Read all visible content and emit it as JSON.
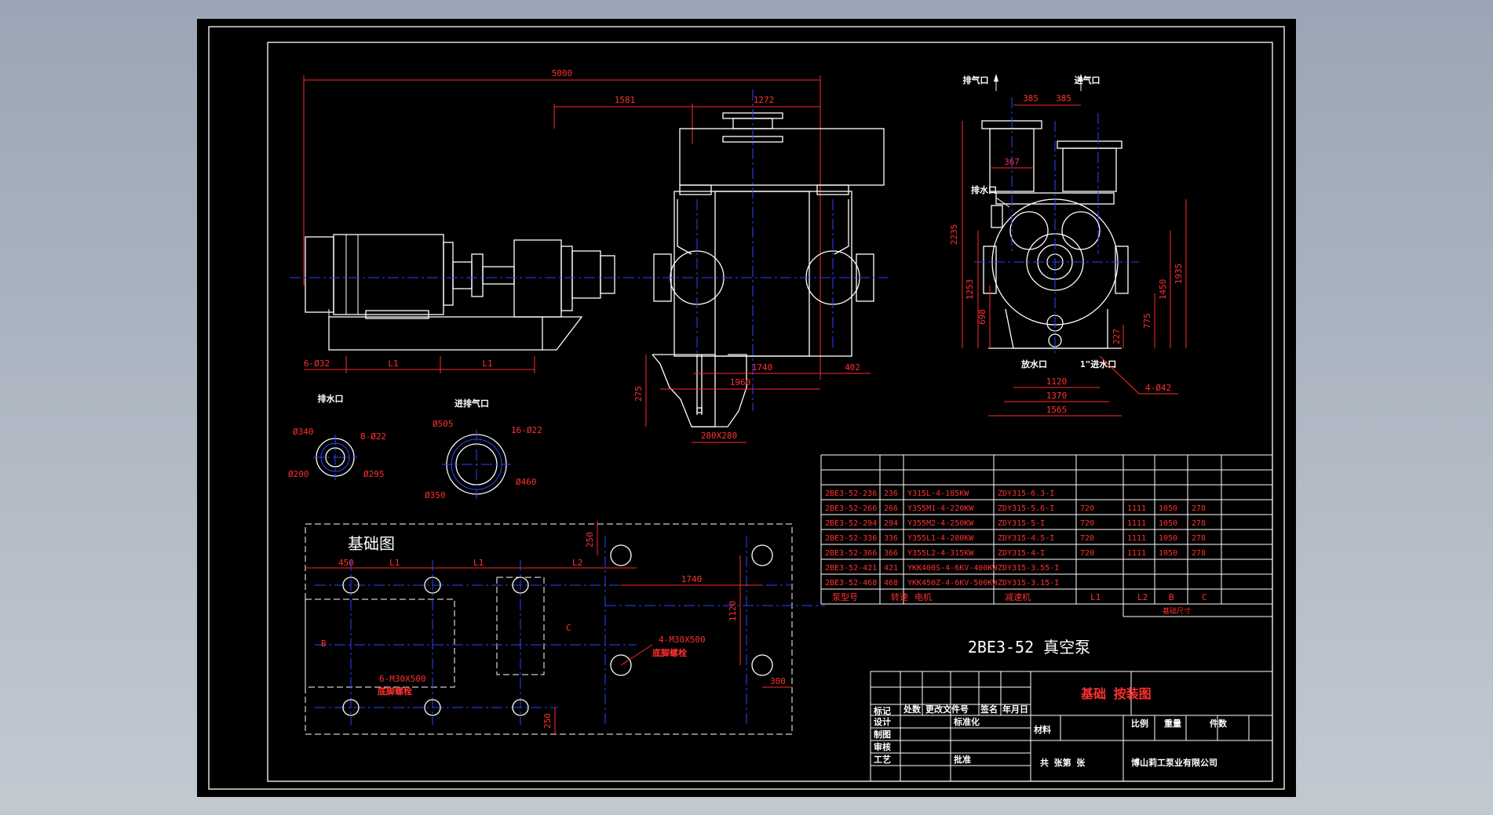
{
  "drawing": {
    "title": "2BE3-52 真空泵",
    "subtitle": "基础 按装图",
    "company": "博山莉工泵业有限公司",
    "foundation_title": "基础图",
    "foundation_detail_title": "基础图"
  },
  "views": {
    "front": {
      "dims": {
        "overall": "5000",
        "d1581": "1581",
        "d1272": "1272",
        "d1740": "1740",
        "d1960": "1960",
        "d402": "402",
        "d275": "275",
        "L1a": "L1",
        "L1b": "L1",
        "holes": "6-Ø32",
        "pit": "280X280"
      }
    },
    "side": {
      "labels": {
        "exhaust": "排气口",
        "intake": "进气口",
        "drain_out": "排水口",
        "drain_valve": "放水口",
        "water_in": "1\"进水口"
      },
      "dims": {
        "d385a": "385",
        "d385b": "385",
        "d367": "367",
        "d2235": "2235",
        "d1253": "1253",
        "d698": "698",
        "d1935": "1935",
        "d1450": "1450",
        "d775": "775",
        "d227": "227",
        "d1120": "1120",
        "d1370": "1370",
        "d1565": "1565",
        "holes": "4-Ø42"
      }
    },
    "flange_drain": {
      "title": "排水口",
      "dims": {
        "od": "Ø340",
        "id": "Ø200",
        "pcd": "Ø295",
        "holes": "8-Ø22"
      }
    },
    "flange_gas": {
      "title": "进排气口",
      "dims": {
        "od": "Ø505",
        "id": "Ø350",
        "pcd": "Ø460",
        "holes": "16-Ø22"
      }
    },
    "foundation": {
      "title": "基础图",
      "dims": {
        "d450": "450",
        "L1a": "L1",
        "L1b": "L1",
        "L2": "L2",
        "d250a": "250",
        "d1740": "1740",
        "d1120": "1120",
        "d300": "300",
        "d250b": "250",
        "B": "B",
        "C": "C"
      },
      "bolts_a": "4-M30X500",
      "bolts_a_name": "底脚螺栓",
      "bolts_b": "6-M30X500",
      "bolts_b_name": "底脚螺栓"
    }
  },
  "spec_table": {
    "headers": [
      "泵型号",
      "转速",
      "电机",
      "减速机",
      "L1",
      "L2",
      "B",
      "C"
    ],
    "group_label": "基础尺寸",
    "rows": [
      [
        "2BE3-52-236",
        "236",
        "Y315L-4-185KW",
        "ZDY315-6.3-I",
        "",
        "",
        "",
        ""
      ],
      [
        "2BE3-52-266",
        "266",
        "Y355M1-4-220KW",
        "ZDY315-5.6-I",
        "720",
        "1111",
        "1050",
        "278"
      ],
      [
        "2BE3-52-294",
        "294",
        "Y355M2-4-250KW",
        "ZDY315-5-I",
        "720",
        "1111",
        "1050",
        "278"
      ],
      [
        "2BE3-52-336",
        "336",
        "Y355L1-4-280KW",
        "ZDY315-4.5-I",
        "720",
        "1111",
        "1050",
        "278"
      ],
      [
        "2BE3-52-366",
        "366",
        "Y355L2-4-315KW",
        "ZDY315-4-I",
        "720",
        "1111",
        "1050",
        "278"
      ],
      [
        "2BE3-52-421",
        "421",
        "YKK400S-4-6KV-400KW",
        "ZDY315-3.55-I",
        "",
        "",
        "",
        ""
      ],
      [
        "2BE3-52-468",
        "468",
        "YKK450Z-4-6KV-500KW",
        "ZDY315-3.15-I",
        "",
        "",
        "",
        ""
      ]
    ]
  },
  "title_block": {
    "row1": [
      "标记",
      "处数",
      "更改文件号",
      "签名",
      "年月日"
    ],
    "design": "设计",
    "standard": "标准化",
    "draw": "制图",
    "review": "审核",
    "process": "工艺",
    "approve": "批准",
    "material": "材料",
    "scale": "比例",
    "weight": "重量",
    "pieces": "件数",
    "sheets": "共 张第 张"
  },
  "colors": {
    "background": "#000000",
    "line": "#ffffff",
    "dimension": "#ff2a2a",
    "centerline": "#2b44ff",
    "desktop": "#a7b1be"
  }
}
